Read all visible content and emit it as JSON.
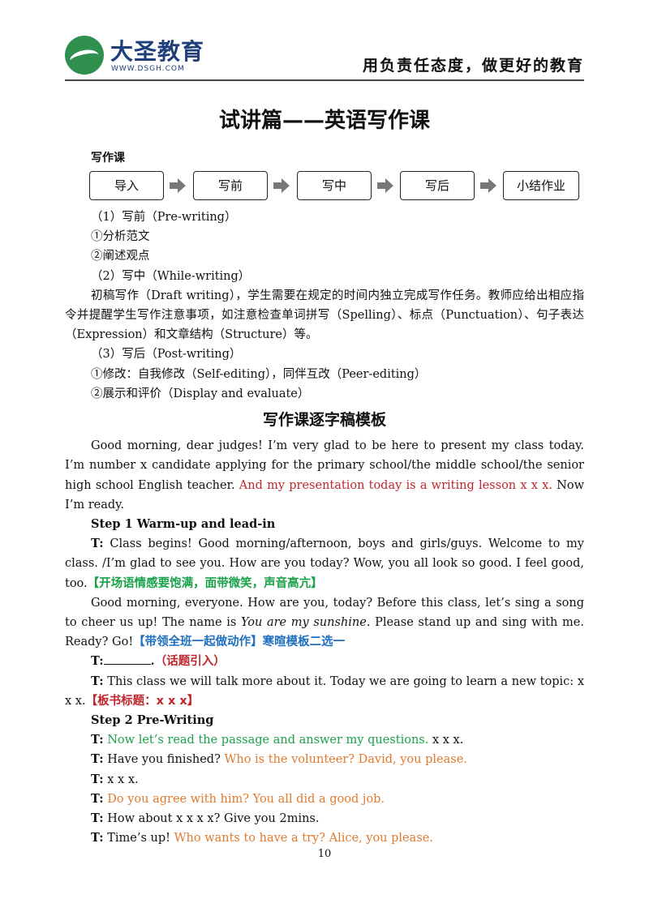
{
  "header": {
    "logo_text": "大圣教育",
    "logo_url": "WWW.DSGH.COM",
    "slogan": "用负责任态度，做更好的教育"
  },
  "title": "试讲篇——英语写作课",
  "section_label": "写作课",
  "flow_steps": [
    "导入",
    "写前",
    "写中",
    "写后",
    "小结作业"
  ],
  "outline": {
    "l1": "（1）写前（Pre-writing）",
    "l2": "①分析范文",
    "l3": "②阐述观点",
    "l4": "（2）写中（While-writing）",
    "l5": "初稿写作（Draft writing），学生需要在规定的时间内独立完成写作任务。教师应给出相应指令并提醒学生写作注意事项，如注意检查单词拼写（Spelling）、标点（Punctuation）、句子表达（Expression）和文章结构（Structure）等。",
    "l6": "（3）写后（Post-writing）",
    "l7": "①修改：自我修改（Self-editing），同伴互改（Peer-editing）",
    "l8": "②展示和评价（Display and evaluate）"
  },
  "script_title": "写作课逐字稿模板",
  "script": {
    "intro_a": "Good morning, dear judges! I’m very glad to be here to present my class today. I’m number x candidate applying for the primary school/the middle school/the senior high school English teacher.",
    "intro_red": " And my presentation today is a writing lesson x x x.",
    "intro_b": " Now I’m ready.",
    "step1": "Step 1 Warm-up and lead-in",
    "t": "T:",
    "t1_a": " Class begins! Good morning/afternoon, boys and girls/guys. Welcome to my class. /I’m glad to see you. How are you today? Wow, you all look so good. I feel good, too.",
    "t1_note": "【开场语情感要饱满，面带微笑，声音高亢】",
    "song_a": "Good morning, everyone. How are you, today? Before this class, let’s sing a song to cheer us up! The name is ",
    "song_title": "You are my sunshine",
    "song_b": ". Please stand up and sing with me. Ready? Go!",
    "song_note": "【带领全班一起做动作】寒暄模板二选一",
    "t2_end": ".",
    "t2_note": "（话题引入）",
    "t3_a": " This class we will talk more about it. Today we are going to learn a new topic: x x x.",
    "t3_note": "【板书标题：x x x】",
    "step2": "Step 2 Pre-Writing",
    "t4_green": " Now let’s read the passage and answer my questions.",
    "t4_b": " x x x.",
    "t5_a": " Have you finished?",
    "t5_orange": " Who is the volunteer? David, you please.",
    "t6_a": " x x x.",
    "t7_orange": " Do you agree with him? You all did a good job.",
    "t8_a": " How about x x x x? Give you 2mins.",
    "t9_a": " Time’s up!",
    "t9_orange": " Who wants to have a try? Alice, you please."
  },
  "page_number": "10",
  "colors": {
    "brand_blue": "#1f3f7a",
    "brand_green": "#2f8f4e",
    "red": "#c0262b",
    "green": "#19a24a",
    "orange": "#e07a2d",
    "blue": "#1f6fbf"
  }
}
